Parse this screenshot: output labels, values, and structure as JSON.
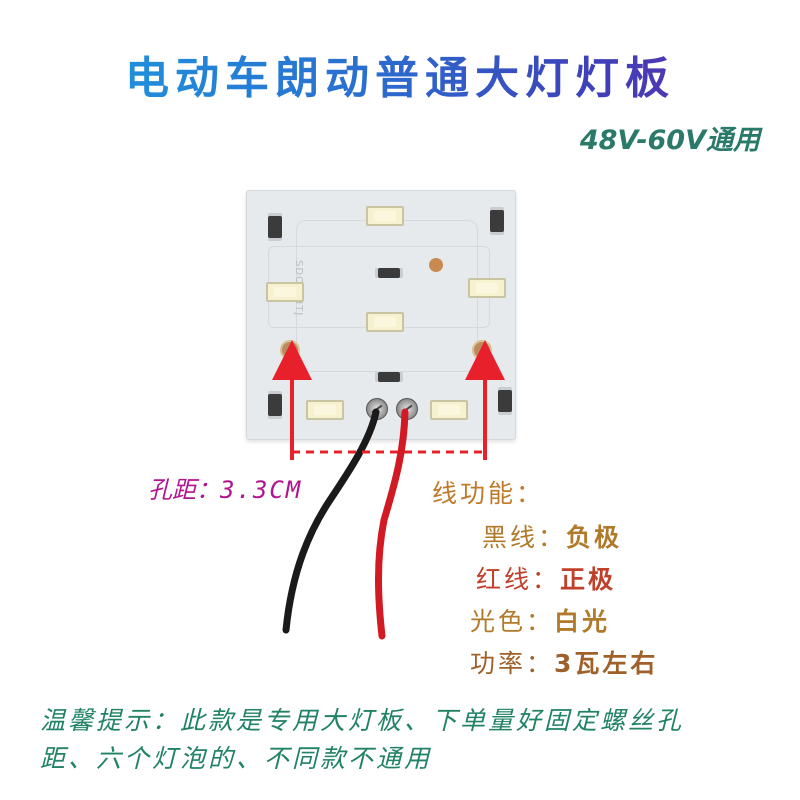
{
  "title": "电动车朗动普通大灯灯板",
  "subtitle": "48V-60V通用",
  "board": {
    "silkscreen": "SDOBJHTJ"
  },
  "hole_distance": {
    "label": "孔距：",
    "value": "3.3CM"
  },
  "wire_function": {
    "heading": "线功能：",
    "rows": [
      {
        "key": "黑线：",
        "value": "负极"
      },
      {
        "key": "红线：",
        "value": "正极"
      },
      {
        "key": "光色：",
        "value": "白光"
      },
      {
        "key": "功率：",
        "value": "3瓦左右"
      }
    ]
  },
  "tip": {
    "line1": "温馨提示：此款是专用大灯板、下单量好固定螺丝孔",
    "line2": "距、六个灯泡的、不同款不通用"
  },
  "colors": {
    "title_gradient": [
      "#1aa0e0",
      "#6a2ca8"
    ],
    "subtitle": "#2a7a6a",
    "arrow": "#e8202c",
    "distance_label": "#b0148e",
    "tip": "#218266",
    "black_wire": "#1a1a1a",
    "red_wire": "#d21a24"
  }
}
